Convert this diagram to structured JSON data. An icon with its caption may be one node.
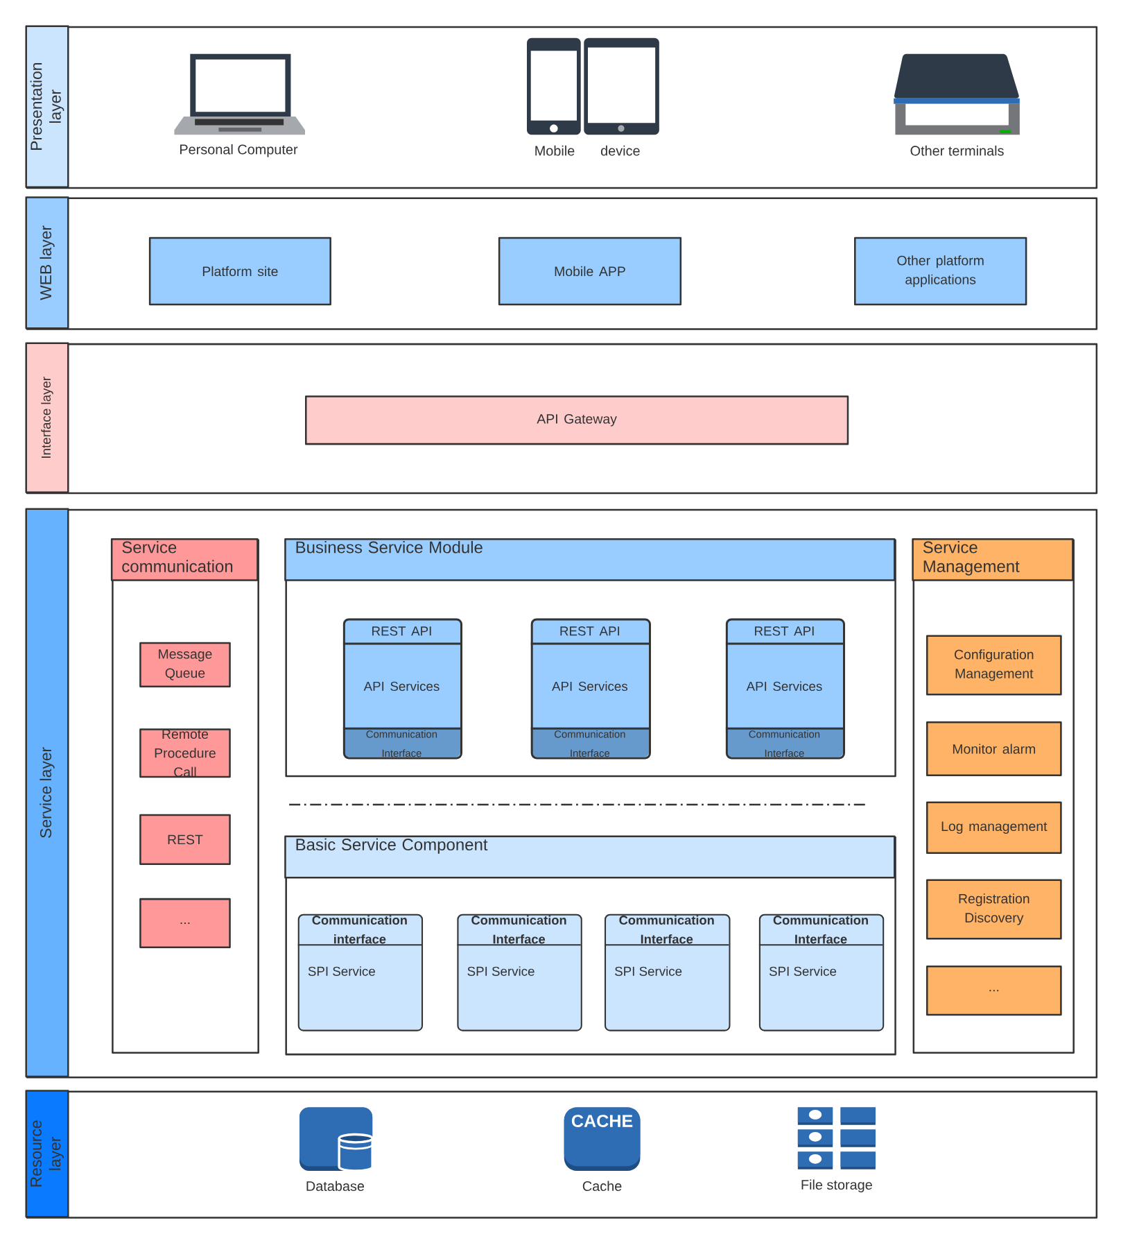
{
  "diagram": {
    "nodes": [
      {
        "text": [
          "Presentation layer"
        ]
      },
      {
        "text": [
          "WEB layer"
        ]
      },
      {
        "text": [
          "Platform site"
        ],
        "in": 1
      },
      {
        "text": [
          "Mobile APP"
        ],
        "in": 1
      },
      {
        "text": [
          "Other platform applications"
        ],
        "in": 1
      },
      {
        "text": [
          "Interface layer"
        ]
      },
      {
        "text": [
          "API Gateway"
        ],
        "in": 5
      },
      {
        "text": [
          "Service layer"
        ]
      },
      {
        "text": [
          "Service communication"
        ],
        "in": 7
      },
      {
        "text": [
          "Message Queue"
        ],
        "in": 8
      },
      {
        "text": [
          "Remote Procedure Call"
        ],
        "in": 8
      },
      {
        "text": [
          "REST"
        ],
        "in": 8
      },
      {
        "text": [
          "..."
        ],
        "in": 8
      },
      {
        "text": [
          "Business Service Module"
        ],
        "in": 7
      },
      {
        "text": [
          "REST API",
          "API Services",
          "Communication Interface"
        ],
        "in": 13
      },
      {
        "text": [
          "REST API",
          "API Services",
          "Communication Interface"
        ],
        "in": 13
      },
      {
        "text": [
          "REST API",
          "API Services",
          "Communication Interface"
        ],
        "in": 13
      },
      {
        "text": [
          "Basic Service Component"
        ],
        "in": 7
      },
      {
        "text": [
          "Communication interface",
          "SPI Service"
        ],
        "in": 17
      },
      {
        "text": [
          "Communication Interface",
          "SPI Service"
        ],
        "in": 17
      },
      {
        "text": [
          "Communication Interface",
          "SPI Service"
        ],
        "in": 17
      },
      {
        "text": [
          "Communication Interface",
          "SPI Service"
        ],
        "in": 17
      },
      {
        "text": [
          "Service Management"
        ],
        "in": 7
      },
      {
        "text": [
          "Configuration Management"
        ],
        "in": 22
      },
      {
        "text": [
          "Monitor alarm"
        ],
        "in": 22
      },
      {
        "text": [
          "Log management"
        ],
        "in": 22
      },
      {
        "text": [
          "Registration Discovery"
        ],
        "in": 22
      },
      {
        "text": [
          "..."
        ],
        "in": 22
      },
      {
        "text": [
          "Resource layer"
        ]
      }
    ],
    "labels": [
      "Personal Computer",
      "Mobile",
      "device",
      "Other terminals",
      "CACHE",
      "Database",
      "Cache",
      "File storage"
    ]
  }
}
